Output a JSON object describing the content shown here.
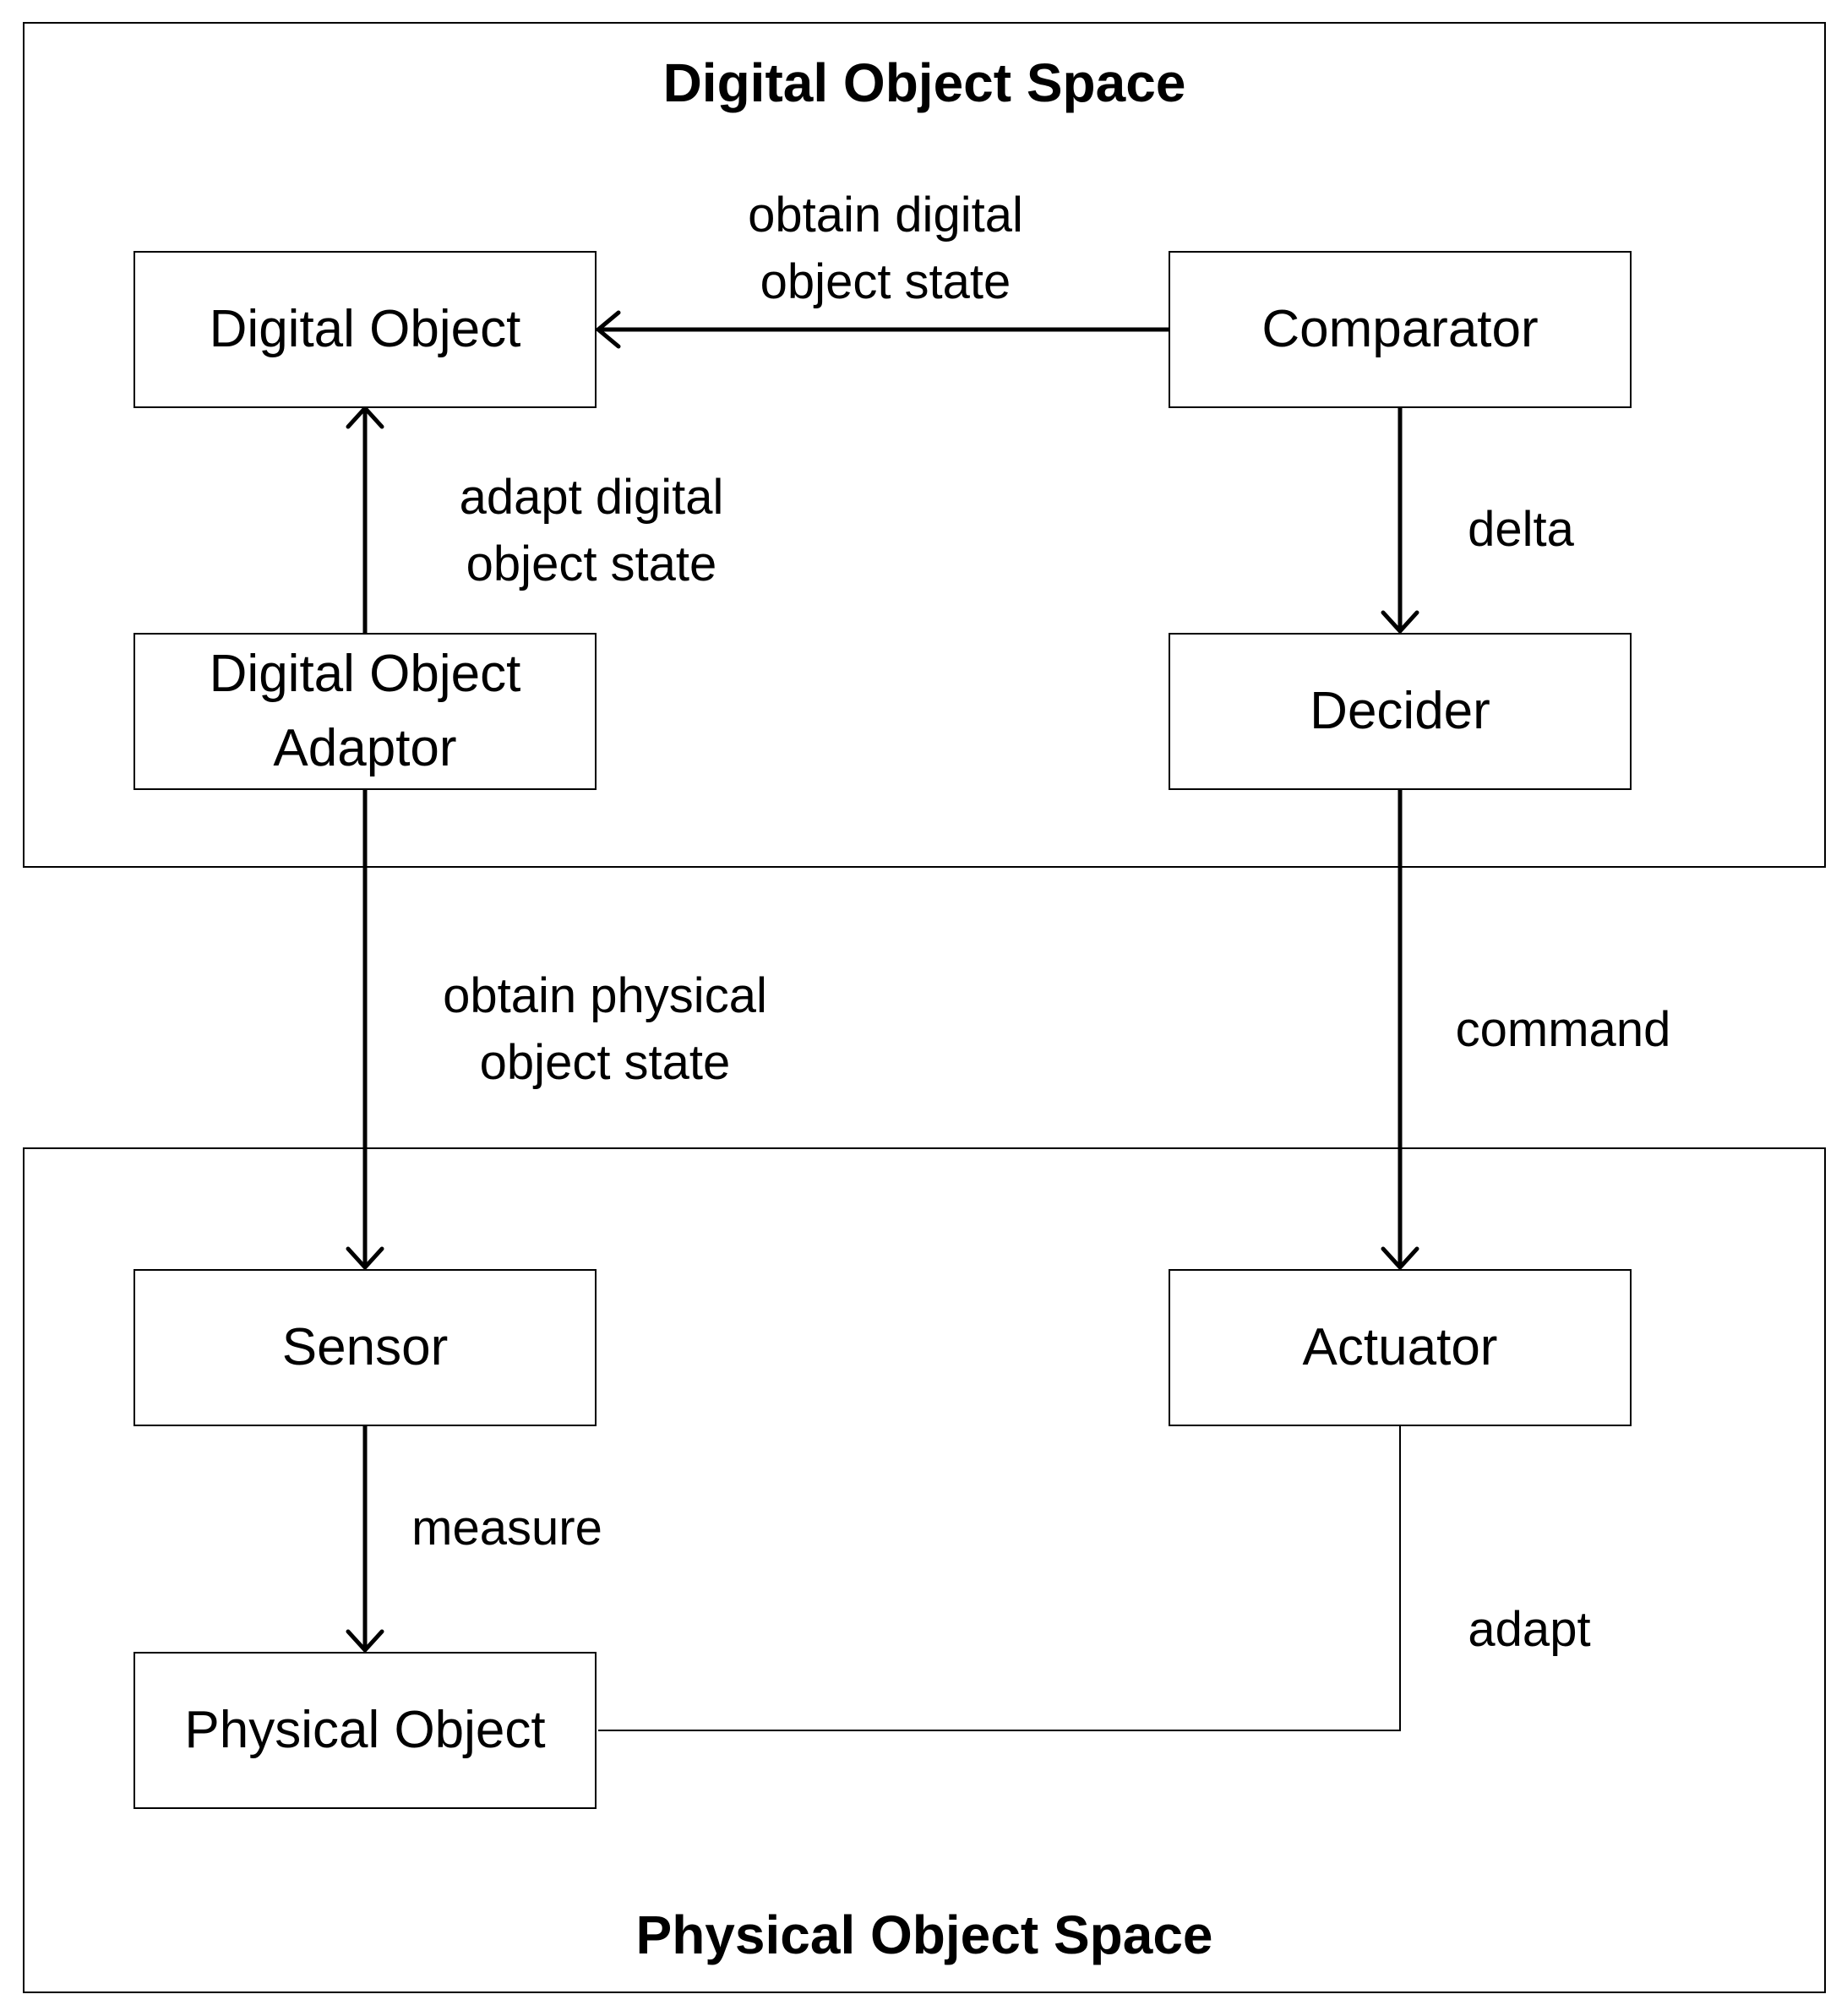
{
  "regions": {
    "digital": {
      "title": "Digital Object Space"
    },
    "physical": {
      "title": "Physical Object Space"
    }
  },
  "nodes": {
    "digital_object": "Digital Object",
    "comparator": "Comparator",
    "adaptor_line1": "Digital Object",
    "adaptor_line2": "Adaptor",
    "decider": "Decider",
    "sensor": "Sensor",
    "actuator": "Actuator",
    "physical_object": "Physical Object"
  },
  "edges": {
    "obtain_digital": "obtain digital\nobject state",
    "adapt_digital": "adapt digital\nobject state",
    "delta": "delta",
    "obtain_physical": "obtain physical\nobject state",
    "command": "command",
    "measure": "measure",
    "adapt": "adapt"
  }
}
